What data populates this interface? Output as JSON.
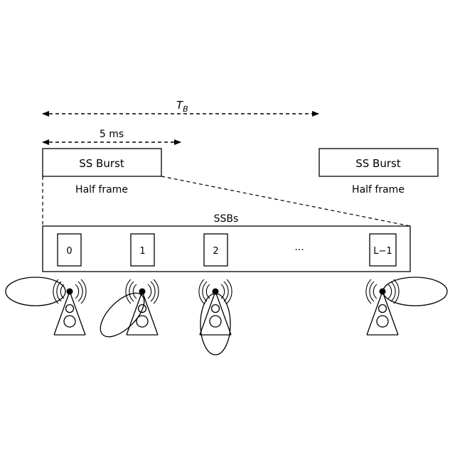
{
  "timing": {
    "period_label": "T",
    "period_subscript": "B",
    "half_frame_duration": "5 ms"
  },
  "bursts": [
    {
      "label": "SS Burst",
      "sublabel": "Half frame"
    },
    {
      "label": "SS Burst",
      "sublabel": "Half frame"
    }
  ],
  "ssb_block": {
    "title": "SSBs",
    "indices": [
      "0",
      "1",
      "2",
      "L−1"
    ],
    "ellipsis": "···"
  },
  "beams": [
    {
      "index": "0",
      "direction": "left"
    },
    {
      "index": "1",
      "direction": "down-left"
    },
    {
      "index": "2",
      "direction": "down"
    },
    {
      "index": "L−1",
      "direction": "right"
    }
  ]
}
